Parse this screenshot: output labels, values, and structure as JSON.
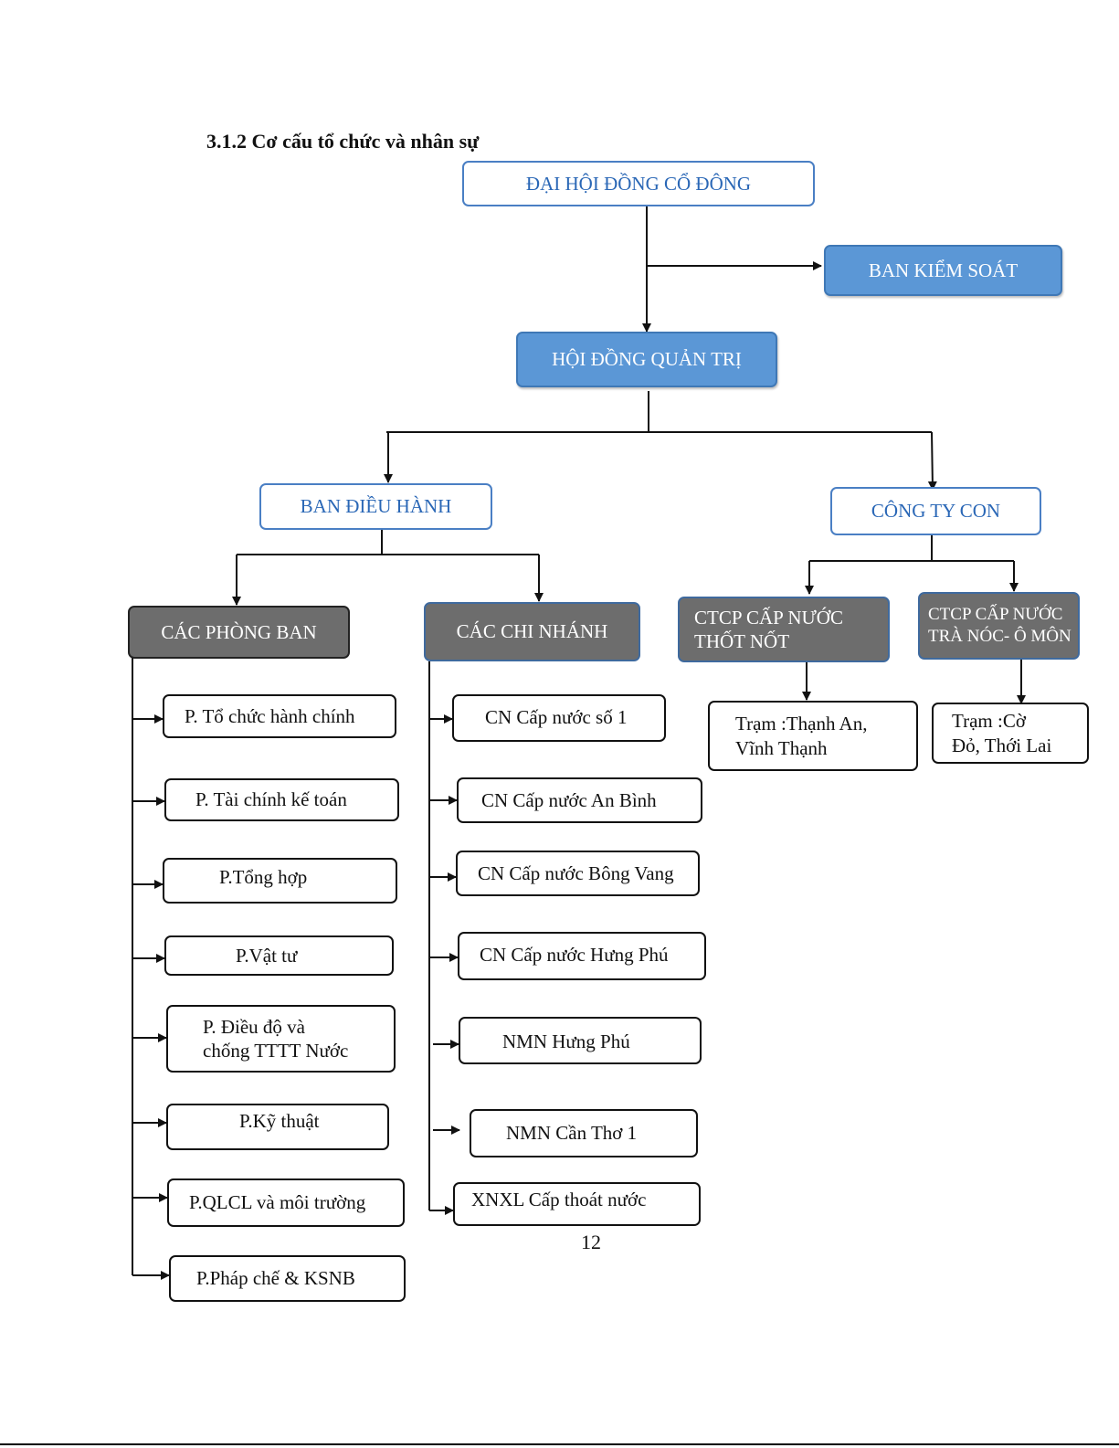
{
  "heading": "3.1.2 Cơ cấu tổ chức và nhân sự",
  "nodes": {
    "dhdcd": "ĐẠI HỘI ĐỒNG CỔ ĐÔNG",
    "bks": "BAN KIỂM SOÁT",
    "hdqt": "HỘI ĐỒNG QUẢN TRỊ",
    "bdh": "BAN ĐIỀU HÀNH",
    "cty_con": "CÔNG TY CON",
    "phong_ban": "CÁC PHÒNG BAN",
    "chi_nhanh": "CÁC CHI NHÁNH",
    "ctcp_thot_not": "CTCP CẤP NƯỚC\nTHỐT NỐT",
    "ctcp_tra_noc": "CTCP CẤP NƯỚC\nTRÀ NÓC- Ô MÔN",
    "tram_thot_not": "Trạm :Thạnh An,\nVĩnh Thạnh",
    "tram_tra_noc": "Trạm :Cờ\nĐỏ, Thới Lai"
  },
  "departments": [
    "P. Tổ chức hành chính",
    "P. Tài chính kế toán",
    "P.Tổng hợp",
    "P.Vật tư",
    "P. Điều độ và\nchống TTTT Nước",
    "P.Kỹ thuật",
    "P.QLCL và môi trường",
    "P.Pháp chế & KSNB"
  ],
  "branches": [
    "CN Cấp nước số 1",
    "CN Cấp nước An Bình",
    "CN Cấp nước Bông Vang",
    "CN Cấp nước Hưng Phú",
    "NMN Hưng Phú",
    "NMN Cần Thơ  1",
    "XNXL Cấp thoát nước"
  ],
  "page_number": "12"
}
